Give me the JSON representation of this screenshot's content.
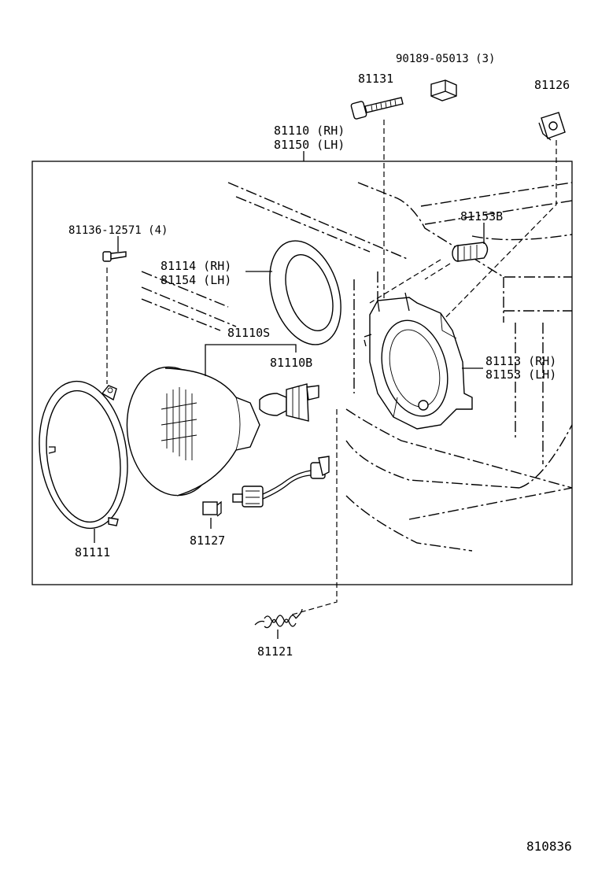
{
  "labels": {
    "p81110": "81110 (RH)",
    "p81150": "81150 (LH)",
    "p81131": "81131",
    "p90189": "90189-05013 (3)",
    "p81126": "81126",
    "p81153b": "81153B",
    "p81136": "81136-12571 (4)",
    "p81114": "81114 (RH)",
    "p81154": "81154 (LH)",
    "p81110s": "81110S",
    "p81110b": "81110B",
    "p81113": "81113 (RH)",
    "p81153": "81153 (LH)",
    "p81111": "81111",
    "p81127": "81127",
    "p81121": "81121",
    "drawing_number": "810836"
  }
}
